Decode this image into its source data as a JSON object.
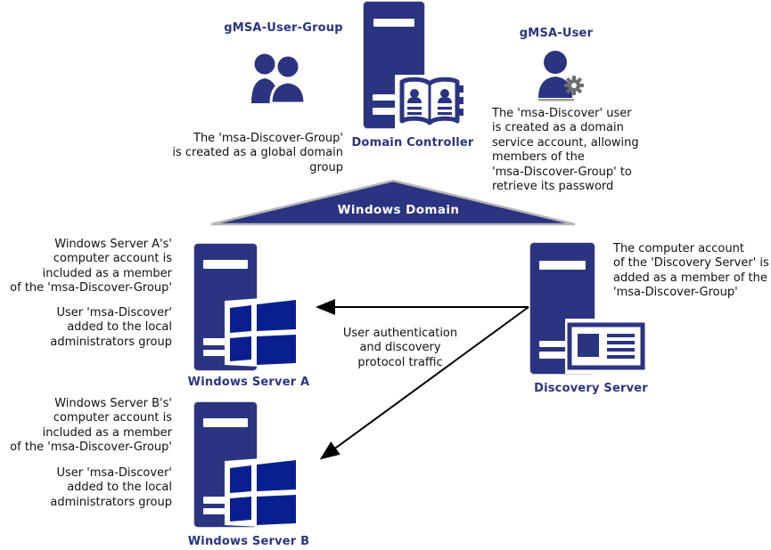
{
  "title": "gMSA Windows domain discovery architecture diagram",
  "colors": {
    "navy": "#2B3480",
    "win_blue": "#0A1F8F",
    "text": "#111111",
    "gear_gray": "#6F7072",
    "arrow": "#000000",
    "triangle_border": "#B5B5B5"
  },
  "icons": {
    "gmsa_user_group": "user-group-icon",
    "gmsa_user": "user-with-gear-icon",
    "domain_controller": "server-tower-with-address-book-icon",
    "server_a": "server-tower-with-windows-flag-icon",
    "server_b": "server-tower-with-windows-flag-icon",
    "discovery_server": "server-tower-with-id-card-icon"
  },
  "gmsa_user_group": {
    "label": "gMSA-User-Group",
    "note": "The 'msa-Discover-Group'\nis created as a global domain\ngroup"
  },
  "gmsa_user": {
    "label": "gMSA-User",
    "note": "The 'msa-Discover' user\nis created as a domain\nservice account, allowing\nmembers of the\n'msa-Discover-Group' to\nretrieve its password"
  },
  "domain_controller": {
    "label": "Domain Controller"
  },
  "windows_domain": {
    "label": "Windows Domain"
  },
  "server_a": {
    "label": "Windows Server A",
    "note1": "Windows Server A's'\ncomputer account is\nincluded as a member\nof the 'msa-Discover-Group'",
    "note2": "User 'msa-Discover'\nadded to the local\nadministrators group"
  },
  "server_b": {
    "label": "Windows Server B",
    "note1": "Windows Server B's'\ncomputer account is\nincluded as a member\nof the 'msa-Discover-Group'",
    "note2": "User 'msa-Discover'\nadded to the local\nadministrators group"
  },
  "discovery_server": {
    "label": "Discovery Server",
    "note": "The computer account\nof the 'Discovery Server' is\nadded as a member of the\n'msa-Discover-Group'"
  },
  "traffic": {
    "label": "User authentication\nand discovery\nprotocol traffic"
  }
}
